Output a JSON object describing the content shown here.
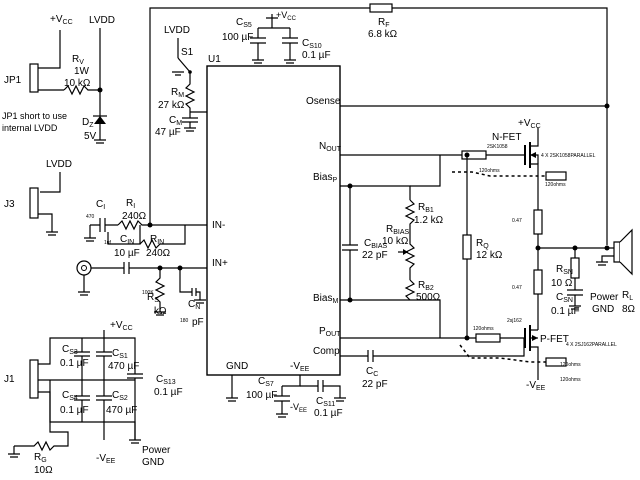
{
  "labels": {
    "vcc_top_left": "+V",
    "vcc_sub": "CC",
    "lvdd_a": "LVDD",
    "lvdd_b": "LVDD",
    "lvdd_c": "LVDD",
    "rv_name": "R",
    "rv_sub": "V",
    "rv_power": "1W",
    "rv_value": "10 kΩ",
    "jp1": "JP1",
    "jp1_note_1": "JP1 short to use",
    "jp1_note_2": "internal LVDD",
    "dz_name": "D",
    "dz_sub": "Z",
    "dz_value": "5V",
    "j3": "J3",
    "j1": "J1",
    "s1": "S1",
    "u1": "U1",
    "rm_name": "R",
    "rm_sub": "M",
    "rm_value": "27 kΩ",
    "cm_name": "C",
    "cm_sub": "M",
    "cm_value": "47 µF",
    "cs5_name": "C",
    "cs5_sub": "S5",
    "cs5_value": "100 µF",
    "cs10_name": "C",
    "cs10_sub": "S10",
    "cs10_value": "0.1 µF",
    "rf_name": "R",
    "rf_sub": "F",
    "rf_value": "6.8 kΩ",
    "osense": "Osense",
    "nout": "N",
    "nout_sub": "OUT",
    "biasp": "Bias",
    "biasp_sub": "P",
    "biasm": "Bias",
    "biasm_sub": "M",
    "pout": "P",
    "pout_sub": "OUT",
    "comp": "Comp",
    "gnd": "GND",
    "vee_pin": "-V",
    "vee_sub": "EE",
    "in_minus": "IN-",
    "in_plus": "IN+",
    "ci_name": "C",
    "ci_sub": "I",
    "ci_small_1": "470",
    "ci_small_2": "1uf",
    "ri_name": "R",
    "ri_sub": "I",
    "ri_value": "240Ω",
    "cin_name": "C",
    "cin_sub": "IN",
    "cin_value": "10 µF",
    "rin_name": "R",
    "rin_sub": "IN",
    "rin_value": "240Ω",
    "rs_name": "R",
    "rs_sub": "S",
    "rs_value": "kΩ",
    "rs_small": "100K",
    "cn_name": "C",
    "cn_sub": "N",
    "cn_value": "pF",
    "cn_small": "180",
    "cbias_name": "C",
    "cbias_sub": "BIAS",
    "cbias_value": "22 pF",
    "rb1_name": "R",
    "rb1_sub": "B1",
    "rb1_value": "1.2 kΩ",
    "rbias_name": "R",
    "rbias_sub": "BIAS",
    "rbias_value": "10 kΩ",
    "rb2_name": "R",
    "rb2_sub": "B2",
    "rb2_value": "500Ω",
    "rq_name": "R",
    "rq_sub": "Q",
    "rq_value": "12 kΩ",
    "cc_name": "C",
    "cc_sub": "C",
    "cc_value": "22 pF",
    "nfet": "N-FET",
    "nfet_part": "2SK1058",
    "nfet_note": "4 X 2SK1058PARALLEL",
    "pfet": "P-FET",
    "pfet_part": "2sj162",
    "pfet_note": "4 X 2SJ162PARALLEL",
    "ohm120_a": "120ohms",
    "ohm120_b": "120ohms",
    "ohm120_c": "120ohms",
    "ohm120_d": "120ohms",
    "ohm120_e": "120ohms",
    "r047_a": "0.47",
    "r047_b": "0.47",
    "vcc_fet": "+V",
    "vcc_fet_sub": "CC",
    "vee_fet": "-V",
    "vee_fet_sub": "EE",
    "rsn_name": "R",
    "rsn_sub": "SN",
    "rsn_value": "10 Ω",
    "csn_name": "C",
    "csn_sub": "SN",
    "csn_value": "0.1 µF",
    "power_gnd_r_1": "Power",
    "power_gnd_r_2": "GND",
    "rl_name": "R",
    "rl_sub": "L",
    "rl_value": "8Ω",
    "cs3_name": "C",
    "cs3_sub": "S3",
    "cs3_value": "0.1 µF",
    "cs1_name": "C",
    "cs1_sub": "S1",
    "cs1_value": "470 µF",
    "cs13_name": "C",
    "cs13_sub": "S13",
    "cs13_value": "0.1 µF",
    "cs4_name": "C",
    "cs4_sub": "S4",
    "cs4_value": "0.1 µF",
    "cs2_name": "C",
    "cs2_sub": "S2",
    "cs2_value": "470 µF",
    "vcc_j1": "+V",
    "vcc_j1_sub": "CC",
    "vee_j1": "-V",
    "vee_j1_sub": "EE",
    "power_gnd_l_1": "Power",
    "power_gnd_l_2": "GND",
    "rg_name": "R",
    "rg_sub": "G",
    "rg_value": "10Ω",
    "cs7_name": "C",
    "cs7_sub": "S7",
    "cs7_value": "100 µF",
    "cs11_name": "C",
    "cs11_sub": "S11",
    "cs11_value": "0.1 µF",
    "vee_bottom": "-V",
    "vee_bottom_sub": "EE",
    "vcc_cs5": "+V",
    "vcc_cs5_sub": "CC"
  }
}
